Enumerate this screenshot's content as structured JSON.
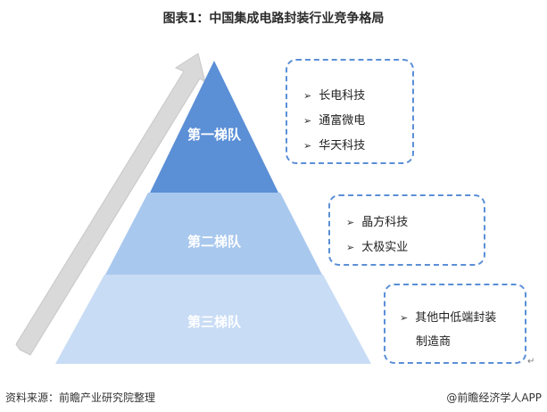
{
  "title": "图表1：中国集成电路封装行业竞争格局",
  "tiers": [
    {
      "label": "第一梯队",
      "color": "#5b8fd6"
    },
    {
      "label": "第二梯队",
      "color": "#a9c8ee"
    },
    {
      "label": "第三梯队",
      "color": "#c8dcf5"
    }
  ],
  "groups": [
    {
      "items": [
        "长电科技",
        "通富微电",
        "华天科技"
      ]
    },
    {
      "items": [
        "晶方科技",
        "太极实业"
      ]
    },
    {
      "items": [
        "其他中低端封装",
        "制造商"
      ]
    }
  ],
  "footer": {
    "source": "资料来源：前瞻产业研究院整理",
    "brand": "@前瞻经济学人APP"
  },
  "arrow_icon": "triangle-right-icon"
}
